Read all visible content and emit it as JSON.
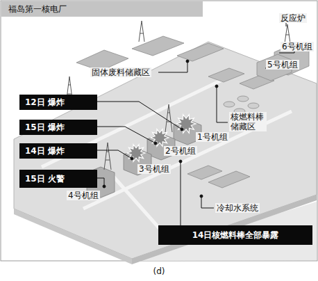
{
  "diagram": {
    "title": "福岛第一核电厂",
    "caption": "(d)",
    "nodes": [
      {
        "text": [
          "12日 爆炸"
        ]
      },
      {
        "text": [
          "15日 爆炸"
        ]
      },
      {
        "text": [
          "14日 爆炸"
        ]
      },
      {
        "text": [
          "15日 火警"
        ]
      },
      {
        "text": [
          "14日核燃料棒全部暴露"
        ]
      }
    ],
    "labels": [
      "反应炉",
      "6号机组",
      "5号机组",
      "固体废料储藏区",
      "核燃料棒 储藏区",
      "1号机组",
      "2号机组",
      "3号机组",
      "4号机组",
      "冷却水系统"
    ]
  }
}
